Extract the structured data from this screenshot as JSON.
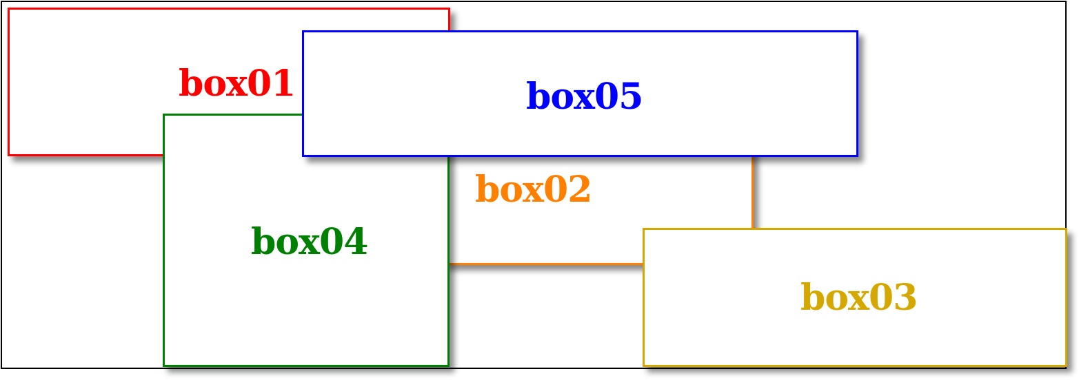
{
  "boxes": [
    {
      "id": "box01",
      "label": "box01",
      "color": "#ff0000"
    },
    {
      "id": "box02",
      "label": "box02",
      "color": "#ff8000"
    },
    {
      "id": "box03",
      "label": "box03",
      "color": "#d4a800"
    },
    {
      "id": "box04",
      "label": "box04",
      "color": "#008000"
    },
    {
      "id": "box05",
      "label": "box05",
      "color": "#0000ff"
    }
  ]
}
